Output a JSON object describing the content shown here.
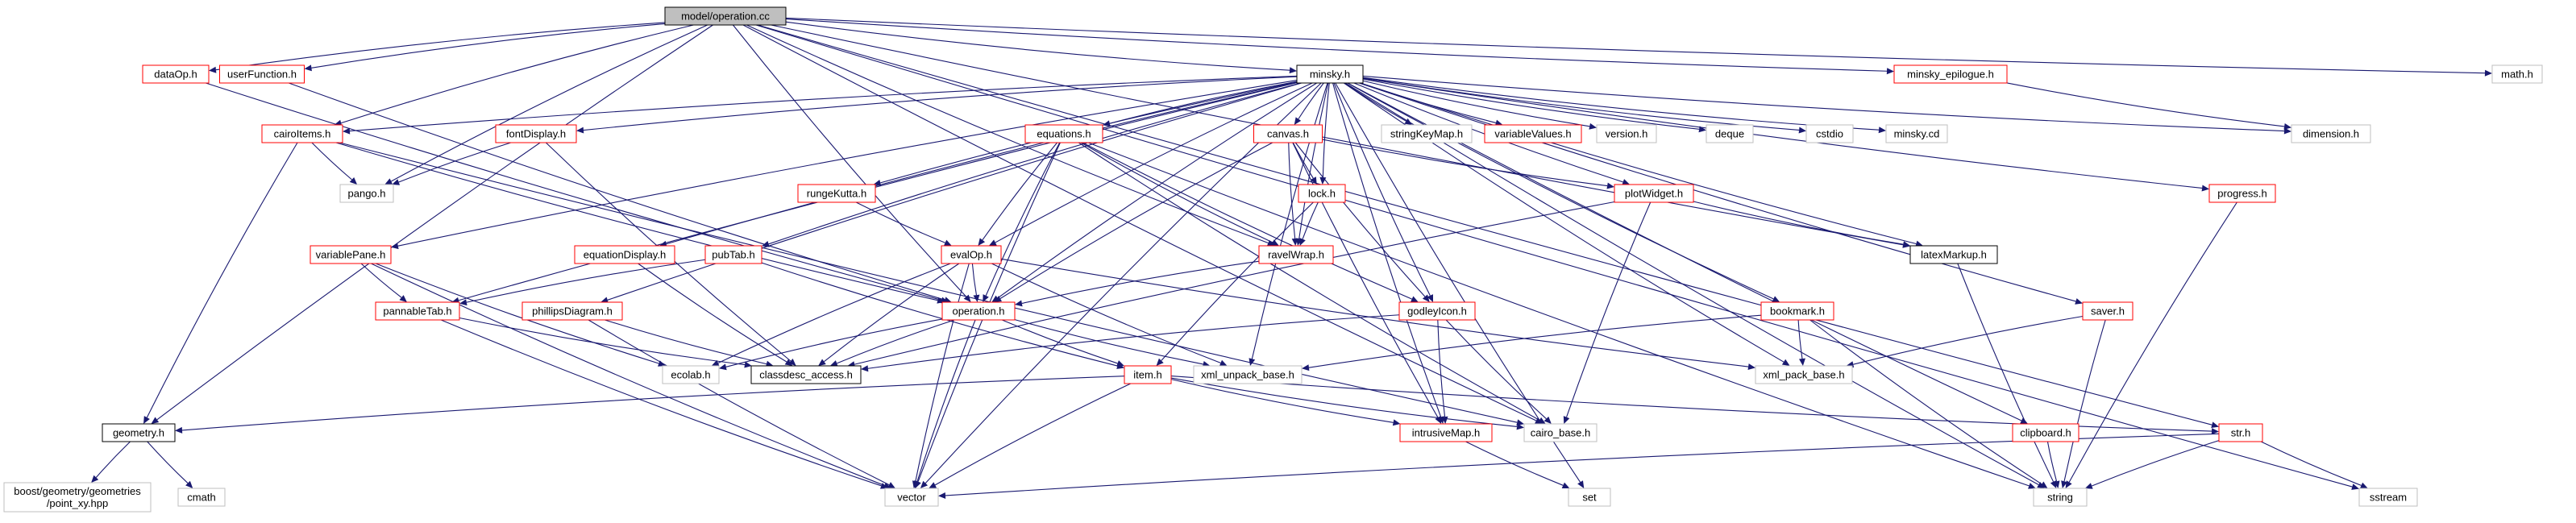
{
  "graph": {
    "title": "",
    "colors": {
      "edge": "#191970",
      "root_fill": "#bfbfbf",
      "root_border": "#000000",
      "documented_border": "#000000",
      "red_border": "#ff0000",
      "external_border": "#bfbfbf",
      "node_fill": "#ffffff"
    },
    "nodes": [
      {
        "id": "operation_cc",
        "label": "model/operation.cc",
        "kind": "root"
      },
      {
        "id": "dataOp",
        "label": "dataOp.h",
        "kind": "red"
      },
      {
        "id": "userFunction",
        "label": "userFunction.h",
        "kind": "red"
      },
      {
        "id": "minsky",
        "label": "minsky.h",
        "kind": "doc"
      },
      {
        "id": "minsky_epilogue",
        "label": "minsky_epilogue.h",
        "kind": "red"
      },
      {
        "id": "math",
        "label": "math.h",
        "kind": "ext"
      },
      {
        "id": "cairoItems",
        "label": "cairoItems.h",
        "kind": "red"
      },
      {
        "id": "fontDisplay",
        "label": "fontDisplay.h",
        "kind": "red"
      },
      {
        "id": "equations",
        "label": "equations.h",
        "kind": "red"
      },
      {
        "id": "canvas",
        "label": "canvas.h",
        "kind": "red"
      },
      {
        "id": "stringKeyMap",
        "label": "stringKeyMap.h",
        "kind": "ext"
      },
      {
        "id": "variableValues",
        "label": "variableValues.h",
        "kind": "red"
      },
      {
        "id": "version",
        "label": "version.h",
        "kind": "ext"
      },
      {
        "id": "deque",
        "label": "deque",
        "kind": "ext"
      },
      {
        "id": "cstdio",
        "label": "cstdio",
        "kind": "ext"
      },
      {
        "id": "minskycd",
        "label": "minsky.cd",
        "kind": "ext"
      },
      {
        "id": "dimension",
        "label": "dimension.h",
        "kind": "ext"
      },
      {
        "id": "pango",
        "label": "pango.h",
        "kind": "ext"
      },
      {
        "id": "rungeKutta",
        "label": "rungeKutta.h",
        "kind": "red"
      },
      {
        "id": "lock",
        "label": "lock.h",
        "kind": "red"
      },
      {
        "id": "plotWidget",
        "label": "plotWidget.h",
        "kind": "red"
      },
      {
        "id": "progress",
        "label": "progress.h",
        "kind": "red"
      },
      {
        "id": "variablePane",
        "label": "variablePane.h",
        "kind": "red"
      },
      {
        "id": "equationDisplay",
        "label": "equationDisplay.h",
        "kind": "red"
      },
      {
        "id": "pubTab",
        "label": "pubTab.h",
        "kind": "red"
      },
      {
        "id": "evalOp",
        "label": "evalOp.h",
        "kind": "red"
      },
      {
        "id": "ravelWrap",
        "label": "ravelWrap.h",
        "kind": "red"
      },
      {
        "id": "latexMarkup",
        "label": "latexMarkup.h",
        "kind": "doc"
      },
      {
        "id": "pannableTab",
        "label": "pannableTab.h",
        "kind": "red"
      },
      {
        "id": "phillipsDiagram",
        "label": "phillipsDiagram.h",
        "kind": "red"
      },
      {
        "id": "operation_h",
        "label": "operation.h",
        "kind": "red"
      },
      {
        "id": "godleyIcon",
        "label": "godleyIcon.h",
        "kind": "red"
      },
      {
        "id": "bookmark",
        "label": "bookmark.h",
        "kind": "red"
      },
      {
        "id": "saver",
        "label": "saver.h",
        "kind": "red"
      },
      {
        "id": "ecolab",
        "label": "ecolab.h",
        "kind": "ext"
      },
      {
        "id": "classdesc_access",
        "label": "classdesc_access.h",
        "kind": "doc"
      },
      {
        "id": "xml_unpack_base",
        "label": "xml_unpack_base.h",
        "kind": "ext"
      },
      {
        "id": "xml_pack_base",
        "label": "xml_pack_base.h",
        "kind": "ext"
      },
      {
        "id": "item",
        "label": "item.h",
        "kind": "red"
      },
      {
        "id": "geometry",
        "label": "geometry.h",
        "kind": "doc"
      },
      {
        "id": "intrusiveMap",
        "label": "intrusiveMap.h",
        "kind": "red"
      },
      {
        "id": "cairo_base",
        "label": "cairo_base.h",
        "kind": "ext"
      },
      {
        "id": "clipboard",
        "label": "clipboard.h",
        "kind": "red"
      },
      {
        "id": "str",
        "label": "str.h",
        "kind": "red"
      },
      {
        "id": "boost_point",
        "label": "boost/geometry/geometries\n/point_xy.hpp",
        "kind": "ext"
      },
      {
        "id": "cmath",
        "label": "cmath",
        "kind": "ext"
      },
      {
        "id": "vector",
        "label": "vector",
        "kind": "ext"
      },
      {
        "id": "set",
        "label": "set",
        "kind": "ext"
      },
      {
        "id": "string",
        "label": "string",
        "kind": "ext"
      },
      {
        "id": "sstream",
        "label": "sstream",
        "kind": "ext"
      }
    ],
    "edges": [
      [
        "operation_cc",
        "dataOp"
      ],
      [
        "operation_cc",
        "userFunction"
      ],
      [
        "operation_cc",
        "minsky"
      ],
      [
        "operation_cc",
        "minsky_epilogue"
      ],
      [
        "operation_cc",
        "math"
      ],
      [
        "operation_cc",
        "cairoItems"
      ],
      [
        "operation_cc",
        "pango"
      ],
      [
        "operation_cc",
        "operation_h"
      ],
      [
        "operation_cc",
        "ravelWrap"
      ],
      [
        "operation_cc",
        "geometry"
      ],
      [
        "operation_cc",
        "str"
      ],
      [
        "operation_cc",
        "sstream"
      ],
      [
        "operation_cc",
        "cairo_base"
      ],
      [
        "operation_cc",
        "latexMarkup"
      ],
      [
        "dataOp",
        "operation_h"
      ],
      [
        "userFunction",
        "operation_h"
      ],
      [
        "minsky",
        "cairoItems"
      ],
      [
        "minsky",
        "fontDisplay"
      ],
      [
        "minsky",
        "equations"
      ],
      [
        "minsky",
        "canvas"
      ],
      [
        "minsky",
        "stringKeyMap"
      ],
      [
        "minsky",
        "variableValues"
      ],
      [
        "minsky",
        "version"
      ],
      [
        "minsky",
        "deque"
      ],
      [
        "minsky",
        "cstdio"
      ],
      [
        "minsky",
        "minskycd"
      ],
      [
        "minsky",
        "dimension"
      ],
      [
        "minsky",
        "rungeKutta"
      ],
      [
        "minsky",
        "lock"
      ],
      [
        "minsky",
        "plotWidget"
      ],
      [
        "minsky",
        "progress"
      ],
      [
        "minsky",
        "variablePane"
      ],
      [
        "minsky",
        "equationDisplay"
      ],
      [
        "minsky",
        "pubTab"
      ],
      [
        "minsky",
        "evalOp"
      ],
      [
        "minsky",
        "ravelWrap"
      ],
      [
        "minsky",
        "latexMarkup"
      ],
      [
        "minsky",
        "pannableTab"
      ],
      [
        "minsky",
        "phillipsDiagram"
      ],
      [
        "minsky",
        "operation_h"
      ],
      [
        "minsky",
        "godleyIcon"
      ],
      [
        "minsky",
        "bookmark"
      ],
      [
        "minsky",
        "saver"
      ],
      [
        "minsky",
        "clipboard"
      ],
      [
        "minsky",
        "set"
      ],
      [
        "minsky",
        "string"
      ],
      [
        "minsky",
        "vector"
      ],
      [
        "minsky",
        "xml_pack_base"
      ],
      [
        "minsky",
        "xml_unpack_base"
      ],
      [
        "minsky",
        "intrusiveMap"
      ],
      [
        "minsky_epilogue",
        "dimension"
      ],
      [
        "cairoItems",
        "pango"
      ],
      [
        "cairoItems",
        "geometry"
      ],
      [
        "cairoItems",
        "cairo_base"
      ],
      [
        "cairoItems",
        "operation_h"
      ],
      [
        "fontDisplay",
        "pango"
      ],
      [
        "fontDisplay",
        "classdesc_access"
      ],
      [
        "equations",
        "evalOp"
      ],
      [
        "equations",
        "operation_h"
      ],
      [
        "equations",
        "vector"
      ],
      [
        "equations",
        "godleyIcon"
      ],
      [
        "equations",
        "ravelWrap"
      ],
      [
        "equations",
        "cairo_base"
      ],
      [
        "equations",
        "string"
      ],
      [
        "canvas",
        "lock"
      ],
      [
        "canvas",
        "plotWidget"
      ],
      [
        "canvas",
        "ravelWrap"
      ],
      [
        "canvas",
        "godleyIcon"
      ],
      [
        "canvas",
        "operation_h"
      ],
      [
        "canvas",
        "intrusiveMap"
      ],
      [
        "rungeKutta",
        "evalOp"
      ],
      [
        "lock",
        "ravelWrap"
      ],
      [
        "lock",
        "item"
      ],
      [
        "plotWidget",
        "latexMarkup"
      ],
      [
        "plotWidget",
        "cairo_base"
      ],
      [
        "plotWidget",
        "classdesc_access"
      ],
      [
        "progress",
        "string"
      ],
      [
        "variablePane",
        "pannableTab"
      ],
      [
        "variablePane",
        "ecolab"
      ],
      [
        "variablePane",
        "vector"
      ],
      [
        "equationDisplay",
        "classdesc_access"
      ],
      [
        "pubTab",
        "pannableTab"
      ],
      [
        "pubTab",
        "item"
      ],
      [
        "evalOp",
        "operation_h"
      ],
      [
        "evalOp",
        "ecolab"
      ],
      [
        "evalOp",
        "classdesc_access"
      ],
      [
        "evalOp",
        "xml_unpack_base"
      ],
      [
        "evalOp",
        "xml_pack_base"
      ],
      [
        "evalOp",
        "vector"
      ],
      [
        "ravelWrap",
        "operation_h"
      ],
      [
        "latexMarkup",
        "string"
      ],
      [
        "pannableTab",
        "classdesc_access"
      ],
      [
        "pannableTab",
        "vector"
      ],
      [
        "phillipsDiagram",
        "classdesc_access"
      ],
      [
        "phillipsDiagram",
        "vector"
      ],
      [
        "operation_h",
        "ecolab"
      ],
      [
        "operation_h",
        "classdesc_access"
      ],
      [
        "operation_h",
        "xml_unpack_base"
      ],
      [
        "operation_h",
        "item"
      ],
      [
        "operation_h",
        "vector"
      ],
      [
        "godleyIcon",
        "intrusiveMap"
      ],
      [
        "godleyIcon",
        "cairo_base"
      ],
      [
        "godleyIcon",
        "classdesc_access"
      ],
      [
        "bookmark",
        "xml_pack_base"
      ],
      [
        "bookmark",
        "xml_unpack_base"
      ],
      [
        "bookmark",
        "string"
      ],
      [
        "saver",
        "xml_pack_base"
      ],
      [
        "saver",
        "string"
      ],
      [
        "item",
        "geometry"
      ],
      [
        "item",
        "intrusiveMap"
      ],
      [
        "item",
        "cairo_base"
      ],
      [
        "item",
        "vector"
      ],
      [
        "item",
        "str"
      ],
      [
        "geometry",
        "boost_point"
      ],
      [
        "geometry",
        "cmath"
      ],
      [
        "intrusiveMap",
        "set"
      ],
      [
        "clipboard",
        "string"
      ],
      [
        "str",
        "string"
      ],
      [
        "str",
        "sstream"
      ],
      [
        "str",
        "vector"
      ]
    ]
  }
}
